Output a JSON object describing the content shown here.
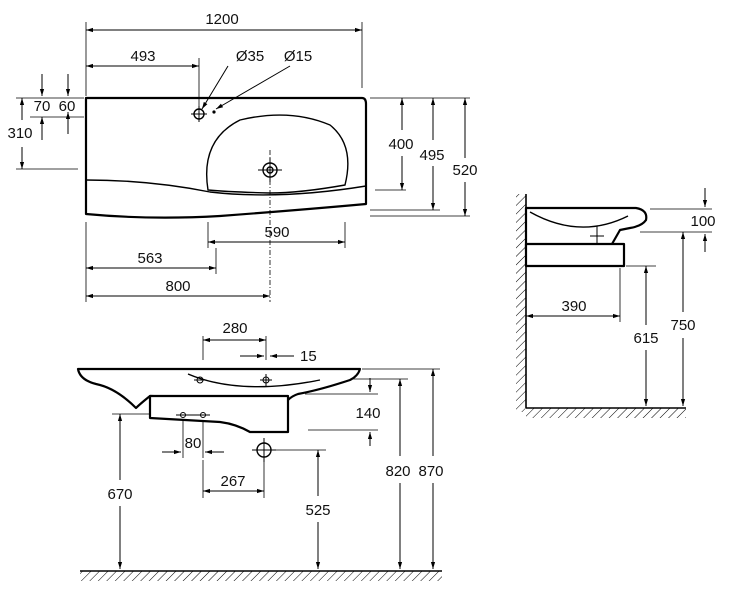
{
  "top_view": {
    "width": "1200",
    "tap_hole_offset": "493",
    "tap_hole_diameter": "Ø35",
    "overflow_diameter": "Ø15",
    "edge_70": "70",
    "edge_60": "60",
    "side_depth": "310",
    "bowl_depth": "400",
    "mid_depth": "495",
    "total_depth": "520",
    "bowl_front_width": "590",
    "drain_offset": "563",
    "bowl_span": "800"
  },
  "front_view": {
    "tap_to_drain": "280",
    "overflow_offset": "15",
    "cabinet_drop": "140",
    "spacing_80": "80",
    "waste_offset": "267",
    "floor_to_bracket": "670",
    "floor_to_waste": "525",
    "floor_to_underside": "820",
    "floor_to_top": "870"
  },
  "side_view": {
    "rim_height": "100",
    "projection": "390",
    "bracket_height": "615",
    "top_height": "750"
  }
}
